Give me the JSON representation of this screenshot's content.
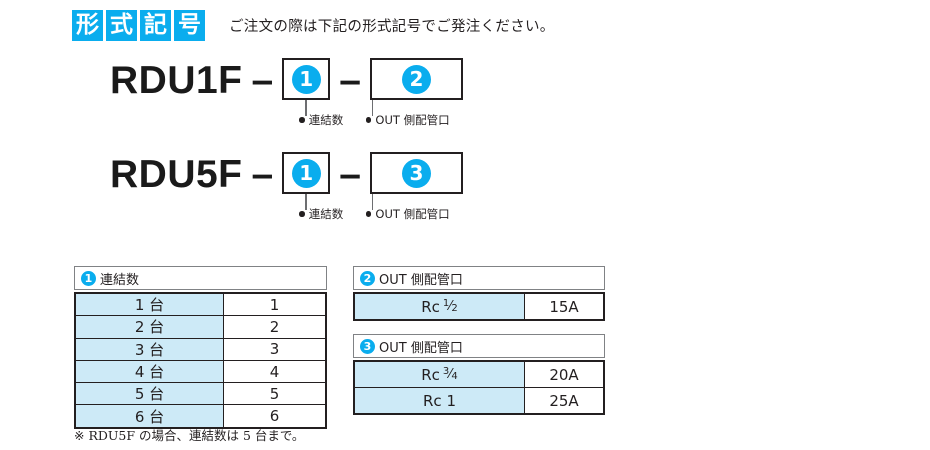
{
  "header": {
    "title_chars": [
      "形",
      "式",
      "記",
      "号"
    ],
    "note": "ご注文の際は下記の形式記号でご発注ください。",
    "accent_color": "#0aadee"
  },
  "models": [
    {
      "code": "RDU1F",
      "sep1": "–",
      "sep2": "–",
      "slot1": {
        "number": "❶",
        "digit": "1",
        "callout": "連結数"
      },
      "slot2": {
        "number": "❷",
        "digit": "2",
        "callout": "OUT 側配管口"
      }
    },
    {
      "code": "RDU5F",
      "sep1": "–",
      "sep2": "–",
      "slot1": {
        "number": "❶",
        "digit": "1",
        "callout": "連結数"
      },
      "slot2": {
        "number": "❸",
        "digit": "3",
        "callout": "OUT 側配管口"
      }
    }
  ],
  "tables": {
    "renketsu": {
      "badge": "1",
      "title": "連結数",
      "rows": [
        {
          "key": "1 台",
          "val": "1"
        },
        {
          "key": "2 台",
          "val": "2"
        },
        {
          "key": "3 台",
          "val": "3"
        },
        {
          "key": "4 台",
          "val": "4"
        },
        {
          "key": "5 台",
          "val": "5"
        },
        {
          "key": "6 台",
          "val": "6"
        }
      ]
    },
    "out2": {
      "badge": "2",
      "title": "OUT 側配管口",
      "rows": [
        {
          "key": "Rc",
          "num": "1",
          "den": "2",
          "val": "15A"
        }
      ]
    },
    "out3": {
      "badge": "3",
      "title": "OUT 側配管口",
      "rows": [
        {
          "key": "Rc",
          "num": "3",
          "den": "4",
          "val": "20A"
        },
        {
          "key": "Rc 1",
          "num": "",
          "den": "",
          "val": "25A"
        }
      ]
    }
  },
  "footnote": "※ RDU5F の場合、連結数は 5 台まで。",
  "colors": {
    "cell_key_bg": "#cdeaf7",
    "border": "#231f20"
  }
}
